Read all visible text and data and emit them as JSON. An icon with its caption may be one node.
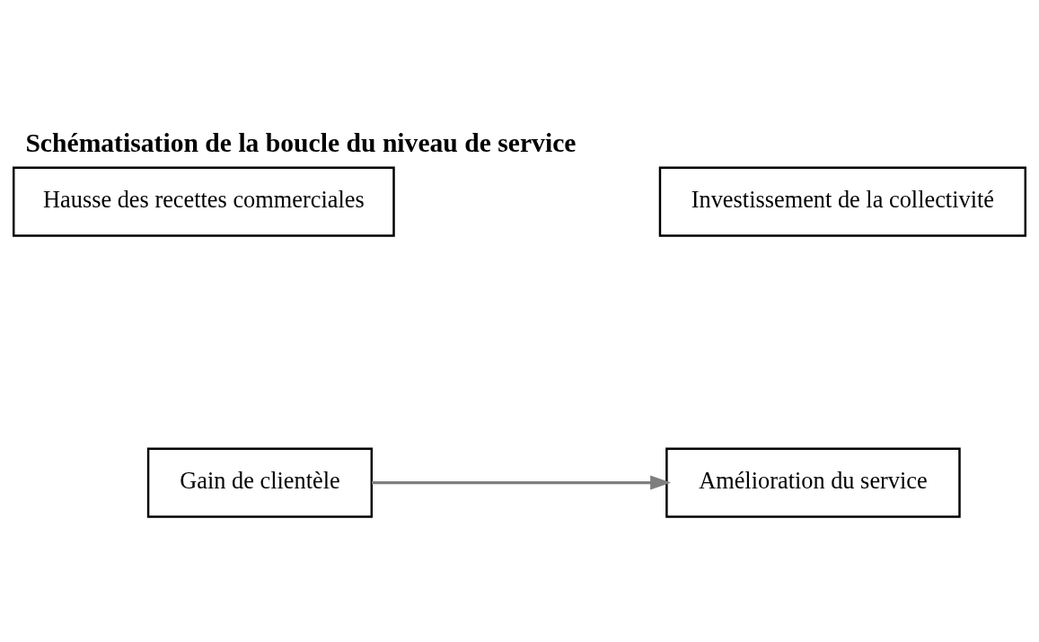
{
  "diagram": {
    "title": "Schématisation de la boucle du niveau de service",
    "nodes": [
      {
        "text": [
          "Investissement de la collectivité"
        ]
      },
      {
        "text": [
          "Hausse des recettes commerciales"
        ]
      },
      {
        "text": [
          "Amélioration du service"
        ]
      },
      {
        "text": [
          "Gain de clientèle"
        ]
      }
    ],
    "edges": [
      {
        "from": 3,
        "to": 2,
        "arrow": "to"
      }
    ]
  }
}
